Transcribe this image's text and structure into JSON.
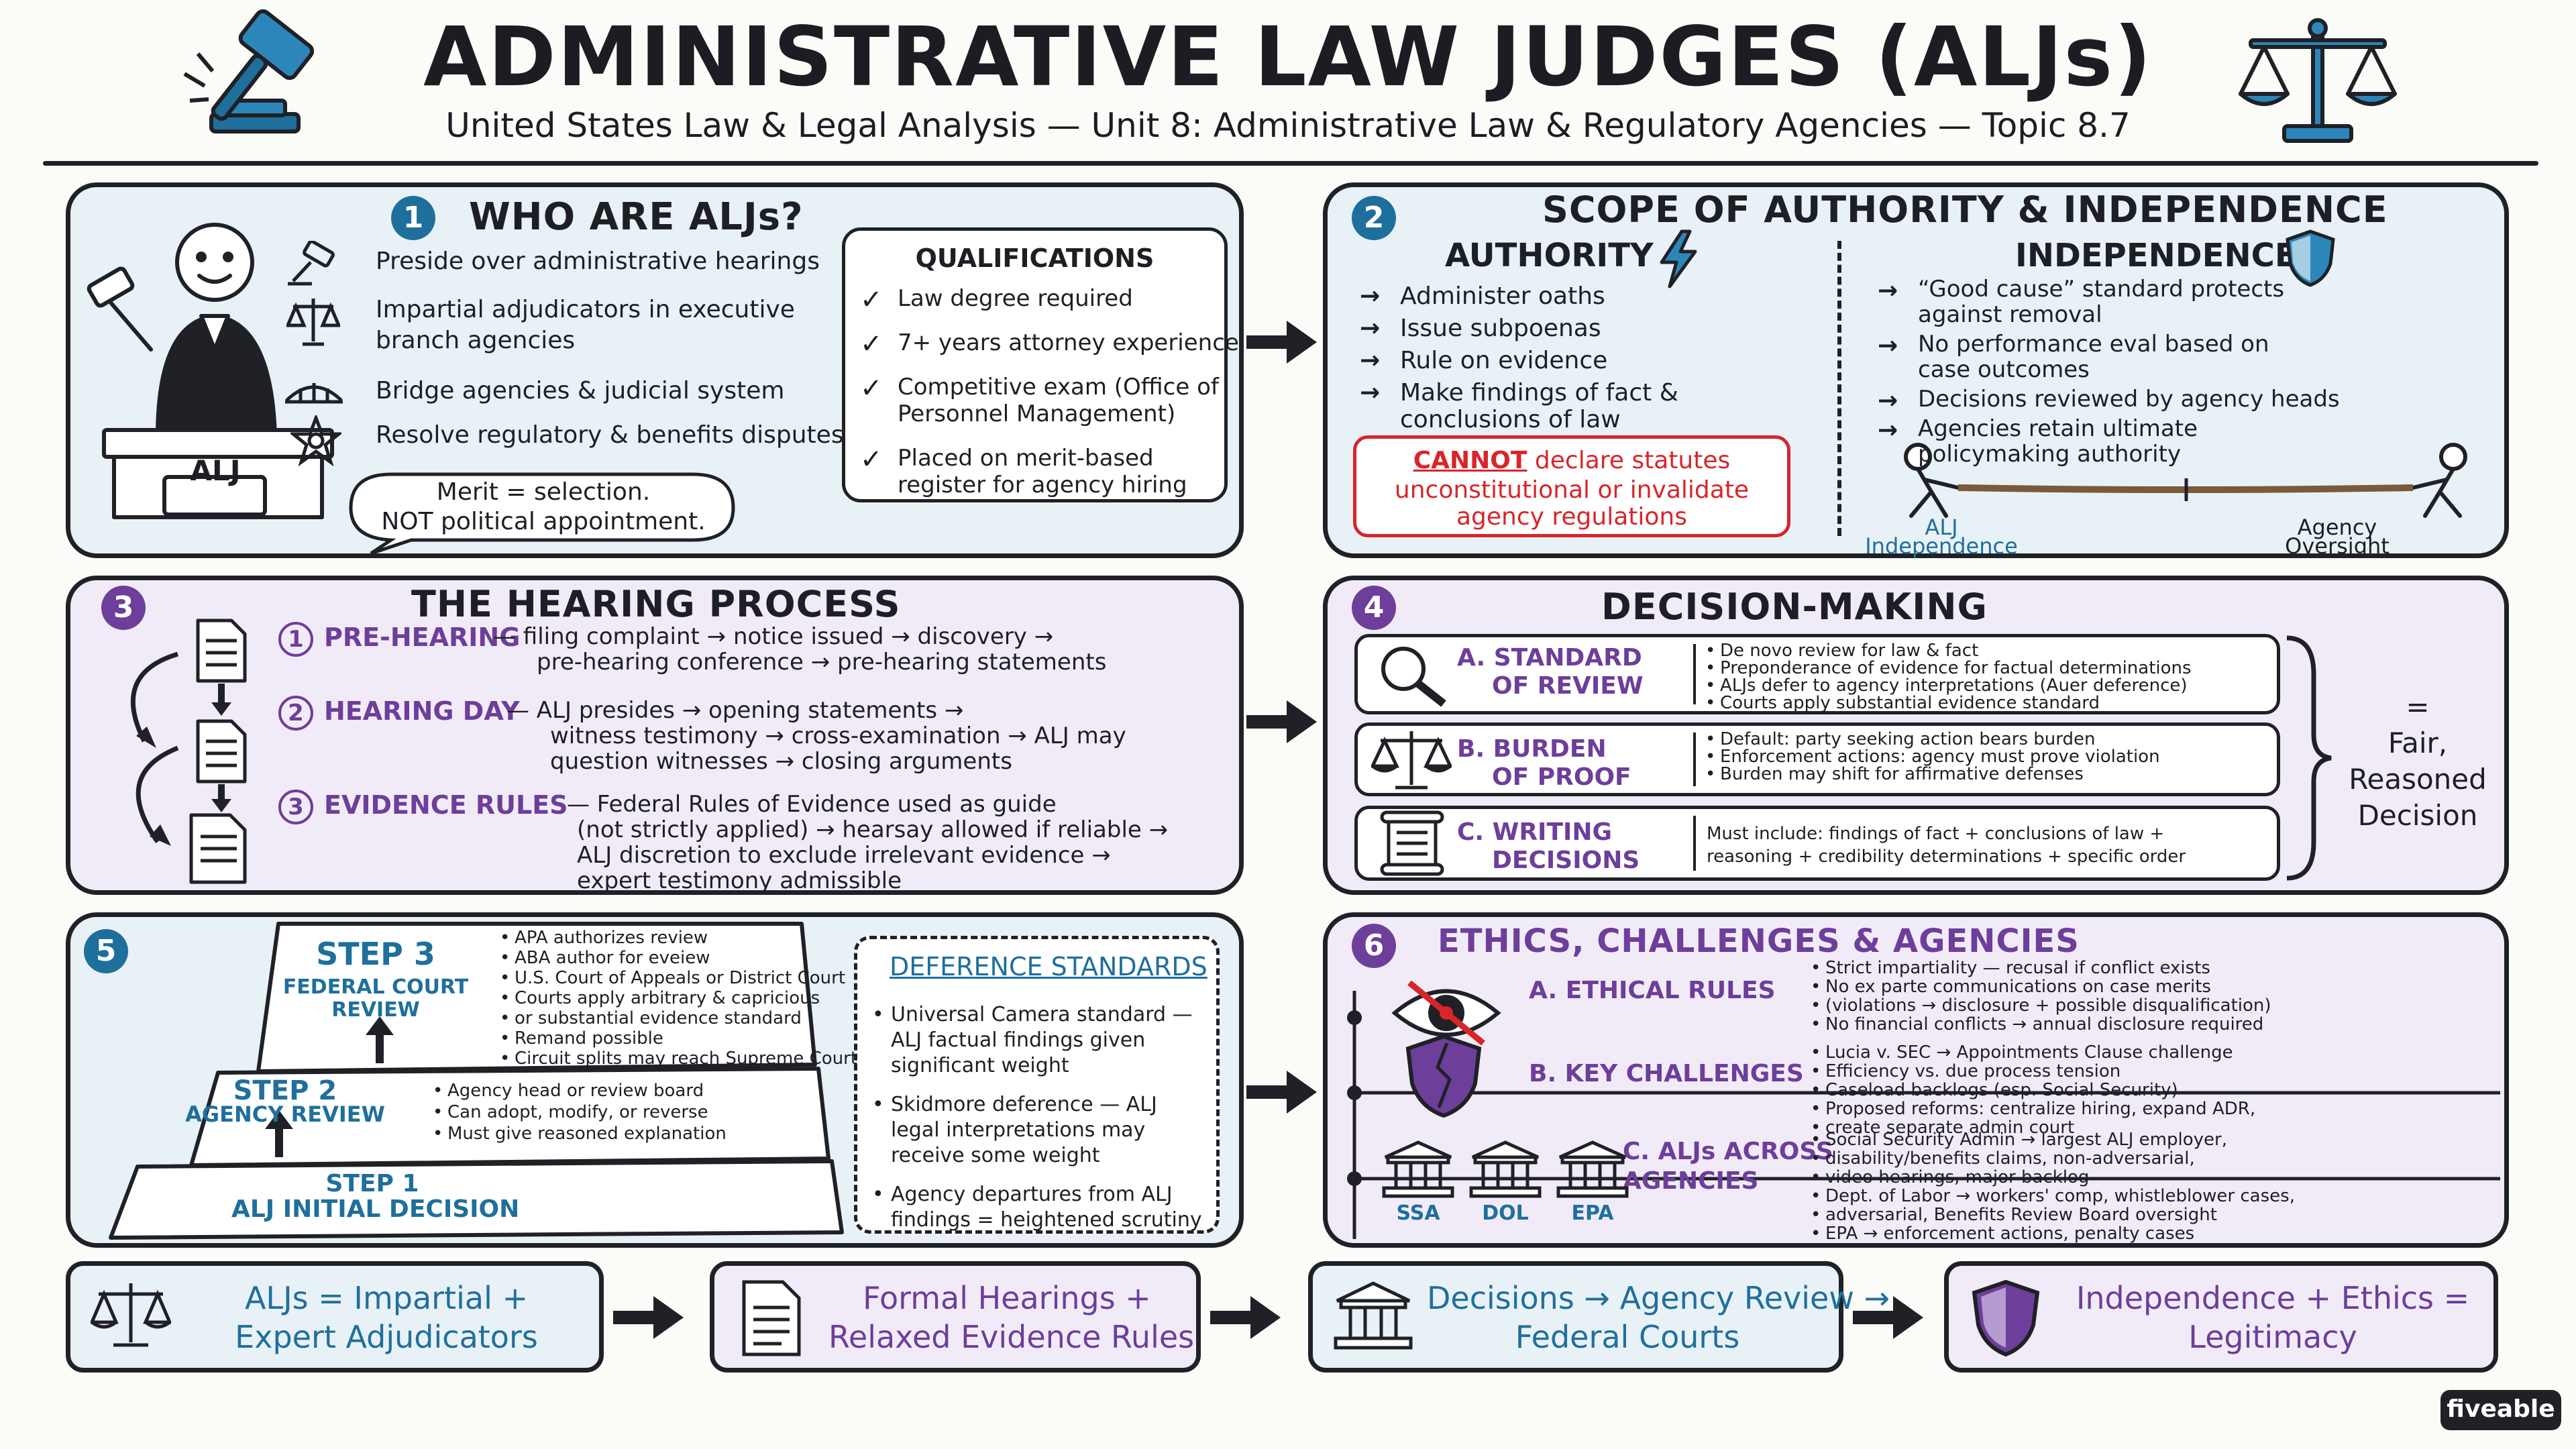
{
  "header": {
    "title": "ADMINISTRATIVE LAW JUDGES (ALJs)",
    "subtitle": "United States Law & Legal Analysis — Unit 8: Administrative Law & Regulatory Agencies — Topic 8.7",
    "left_icon": "gavel-icon",
    "right_icon": "scales-icon"
  },
  "colors": {
    "blue": "#1f6f9c",
    "purple": "#6d3e9a",
    "red": "#d8252a",
    "ink": "#1d1f24"
  },
  "s1": {
    "num": "1",
    "title": "WHO ARE ALJs?",
    "judge_sign": "ALJ",
    "items": [
      {
        "icon": "gavel-icon",
        "lines": [
          "Preside over administrative hearings"
        ]
      },
      {
        "icon": "scales-icon",
        "lines": [
          "Impartial adjudicators in executive",
          "branch agencies"
        ]
      },
      {
        "icon": "bridge-icon",
        "lines": [
          "Bridge agencies & judicial system"
        ]
      },
      {
        "icon": "star-badge-icon",
        "lines": [
          "Resolve regulatory & benefits disputes"
        ]
      }
    ],
    "bubble": [
      "Merit = selection.",
      "NOT political appointment."
    ],
    "qual_title": "QUALIFICATIONS",
    "quals": [
      [
        "Law degree required"
      ],
      [
        "7+ years attorney experience"
      ],
      [
        "Competitive exam (Office of",
        "Personnel Management)"
      ],
      [
        "Placed on merit-based",
        "register for agency hiring"
      ]
    ]
  },
  "s2": {
    "num": "2",
    "title": "SCOPE OF AUTHORITY & INDEPENDENCE",
    "auth_title": "AUTHORITY",
    "auth_items": [
      [
        "Administer oaths"
      ],
      [
        "Issue subpoenas"
      ],
      [
        "Rule on evidence"
      ],
      [
        "Make findings of fact &",
        "conclusions of law"
      ]
    ],
    "cannot_word": "CANNOT",
    "cannot_rest": " declare statutes",
    "cannot_lines": [
      "unconstitutional or invalidate",
      "agency regulations"
    ],
    "ind_title": "INDEPENDENCE",
    "ind_items": [
      [
        "“Good cause” standard protects",
        "against removal"
      ],
      [
        "No performance eval based on",
        "case outcomes"
      ],
      [
        "Decisions reviewed by agency heads"
      ],
      [
        "Agencies retain ultimate",
        "policymaking authority"
      ]
    ],
    "tug_left": [
      "ALJ",
      "Independence"
    ],
    "tug_right": [
      "Agency",
      "Oversight"
    ]
  },
  "s3": {
    "num": "3",
    "title": "THE HEARING PROCESS",
    "steps": [
      {
        "n": "1",
        "label": "PRE-HEARING",
        "lines": [
          "— filing complaint → notice issued → discovery →",
          "pre-hearing conference → pre-hearing statements"
        ]
      },
      {
        "n": "2",
        "label": "HEARING DAY",
        "lines": [
          "— ALJ presides → opening statements →",
          "witness testimony → cross-examination → ALJ may",
          "question witnesses → closing arguments"
        ]
      },
      {
        "n": "3",
        "label": "EVIDENCE RULES",
        "lines": [
          "— Federal Rules of Evidence used as guide",
          "(not strictly applied) → hearsay allowed if reliable →",
          "ALJ discretion to exclude irrelevant evidence →",
          "expert testimony admissible"
        ]
      }
    ]
  },
  "s4": {
    "num": "4",
    "title": "DECISION-MAKING",
    "rows": [
      {
        "icon": "magnifier-icon",
        "label": [
          "A. STANDARD",
          "OF REVIEW"
        ],
        "points": [
          "De novo review for law & fact",
          "Preponderance of evidence for factual determinations",
          "ALJs defer to agency interpretations (Auer deference)",
          "Courts apply substantial evidence standard"
        ]
      },
      {
        "icon": "scales-icon",
        "label": [
          "B. BURDEN",
          "OF PROOF"
        ],
        "points": [
          "Default: party seeking action bears burden",
          "Enforcement actions: agency must prove violation",
          "Burden may shift for affirmative defenses"
        ]
      },
      {
        "icon": "scroll-icon",
        "label": [
          "C. WRITING",
          "DECISIONS"
        ],
        "text": [
          "Must include: findings of fact + conclusions of law +",
          "reasoning + credibility determinations + specific order"
        ]
      }
    ],
    "result": [
      "=",
      "Fair,",
      "Reasoned",
      "Decision"
    ]
  },
  "s5": {
    "num": "5",
    "step3": {
      "title": "STEP 3",
      "sub": [
        "FEDERAL COURT",
        "REVIEW"
      ],
      "points": [
        "APA authorizes review",
        "ABA author for eveiew",
        "U.S. Court of Appeals or District Court",
        "Courts apply arbitrary & capricious",
        "or substantial evidence standard",
        "Remand possible",
        "Circuit splits may reach Supreme Court"
      ]
    },
    "step2": {
      "title": "STEP 2",
      "sub": [
        "AGENCY REVIEW"
      ],
      "points": [
        "Agency head or review board",
        "Can adopt, modify, or reverse",
        "Must give reasoned explanation"
      ]
    },
    "step1": {
      "title": "STEP 1",
      "sub": [
        "ALJ INITIAL DECISION"
      ]
    },
    "def_title": "DEFERENCE STANDARDS",
    "def_items": [
      [
        "Universal Camera standard —",
        "ALJ factual findings given",
        "significant weight"
      ],
      [
        "Skidmore deference — ALJ",
        "legal interpretations may",
        "receive some weight"
      ],
      [
        "Agency departures from ALJ",
        "findings = heightened scrutiny"
      ]
    ]
  },
  "s6": {
    "num": "6",
    "title": "ETHICS, CHALLENGES & AGENCIES",
    "rows": [
      {
        "icon": "eye-slash-icon",
        "label": [
          "A. ETHICAL RULES"
        ],
        "points": [
          "Strict impartiality — recusal if conflict exists",
          "No ex parte communications on case merits",
          "(violations → disclosure + possible disqualification)",
          "No financial conflicts → annual disclosure required"
        ]
      },
      {
        "icon": "cracked-shield-icon",
        "label": [
          "B. KEY CHALLENGES"
        ],
        "points": [
          "Lucia v. SEC → Appointments Clause challenge",
          "Efficiency vs. due process tension",
          "Caseload backlogs (esp. Social Security)",
          "Proposed reforms: centralize hiring, expand ADR,",
          "create separate admin court"
        ]
      },
      {
        "icon": "building-icon",
        "label": [
          "C. ALJs ACROSS",
          "AGENCIES"
        ],
        "points": [
          "Social Security Admin → largest ALJ employer,",
          "disability/benefits claims, non-adversarial,",
          "video hearings, major backlog",
          "Dept. of Labor → workers' comp, whistleblower cases,",
          "adversarial, Benefits Review Board oversight",
          "EPA → enforcement actions, penalty cases"
        ],
        "agencies": [
          "SSA",
          "DOL",
          "EPA"
        ]
      }
    ]
  },
  "summary": [
    {
      "icon": "scales-icon",
      "lines": [
        "ALJs = Impartial +",
        "Expert Adjudicators"
      ]
    },
    {
      "icon": "document-icon",
      "lines": [
        "Formal Hearings +",
        "Relaxed Evidence Rules"
      ]
    },
    {
      "icon": "building-icon",
      "lines": [
        "Decisions → Agency Review →",
        "Federal Courts"
      ]
    },
    {
      "icon": "shield-icon",
      "lines": [
        "Independence + Ethics =",
        "Legitimacy"
      ]
    }
  ],
  "brand": "fiveable"
}
